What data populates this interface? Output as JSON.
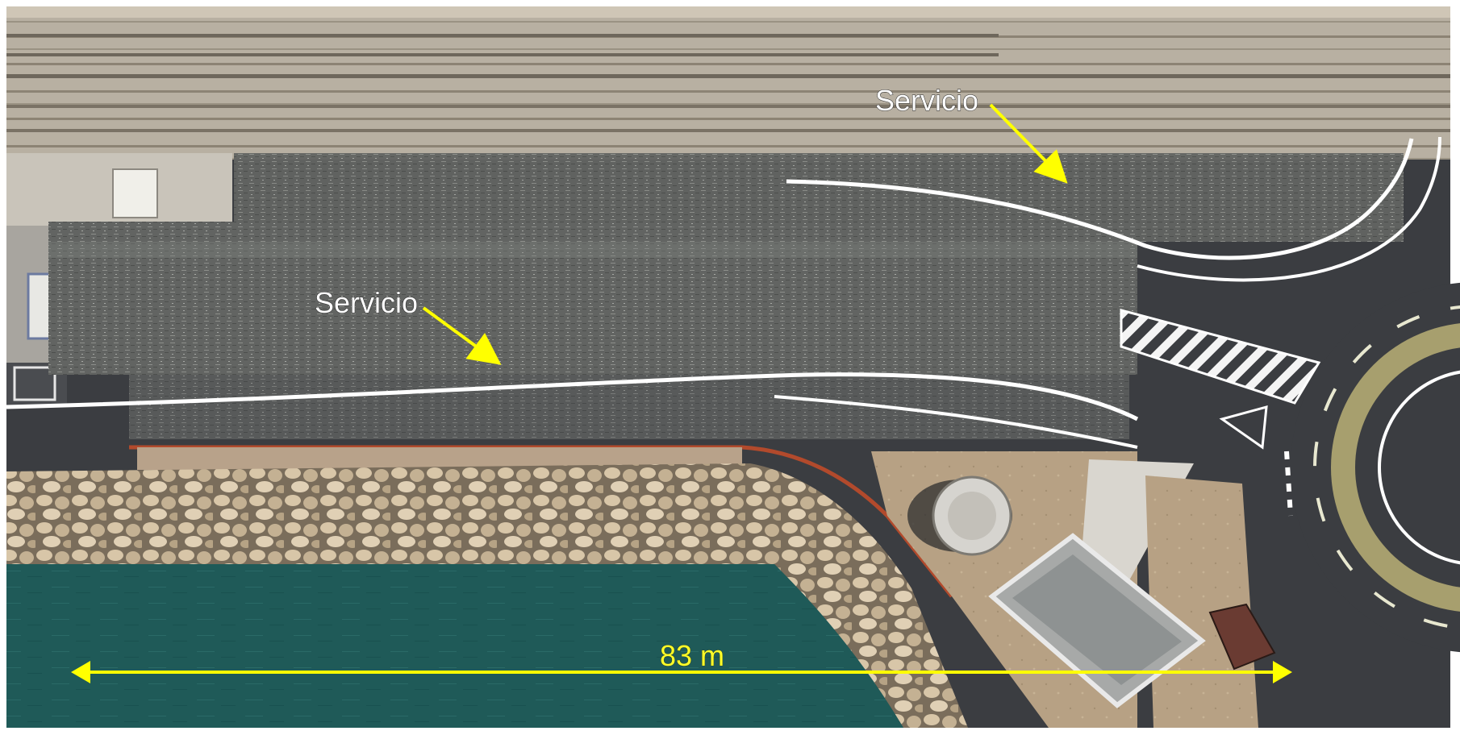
{
  "labels": {
    "service_top": "Servicio",
    "service_middle": "Servicio",
    "distance": "83 m"
  },
  "colors": {
    "annotation": "#ffff00",
    "label_text": "#ffffff",
    "water": "#1f5a58",
    "asphalt": "#3b3d41",
    "quay": "#b9b2a6",
    "rocks": "#cbb799",
    "sand": "#b7a184",
    "stripe": "#ffffff",
    "roundabout_grass": "#a79f6e"
  }
}
